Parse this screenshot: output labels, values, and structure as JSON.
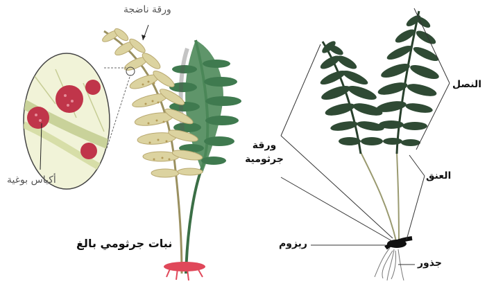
{
  "labels": {
    "mature_leaf": "ورقة ناضجة",
    "sporangia": "أكياس بوغية",
    "adult_sporophyte": "نبات جرثومي بالغ",
    "pinnae": "النصل",
    "sporophyte_leaf": "ورقة جرثومية",
    "petiole": "العنق",
    "rhizome": "ريزوم",
    "roots": "جذور"
  },
  "colors": {
    "dark_frond": "#2f4a34",
    "green_frond": "#3f7a4f",
    "yellow_frond": "#d8cf9a",
    "sorus": "#c0354a",
    "root_red": "#e0485a",
    "zoom_fill": "#f1f3d8"
  }
}
